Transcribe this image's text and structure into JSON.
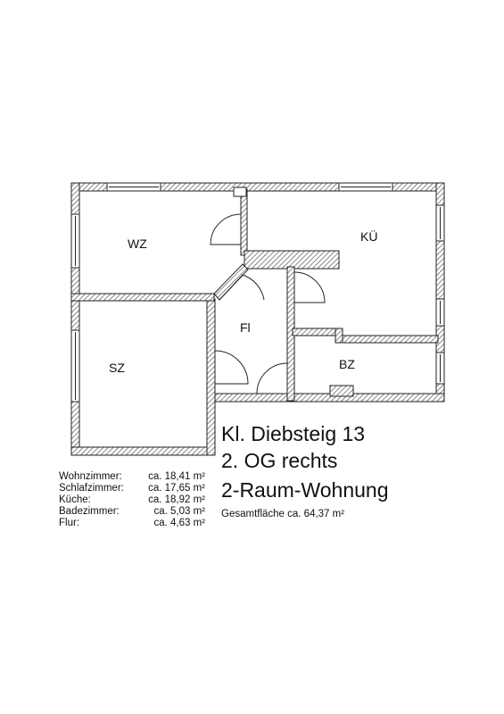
{
  "rooms": {
    "wz": "WZ",
    "ku": "KÜ",
    "fl": "Fl",
    "sz": "SZ",
    "bz": "BZ"
  },
  "address": {
    "line1": "Kl. Diebsteig 13",
    "line2": "2. OG rechts",
    "line3": "2-Raum-Wohnung"
  },
  "areas": [
    {
      "name": "Wohnzimmer:",
      "value": "ca. 18,41 m²"
    },
    {
      "name": "Schlafzimmer:",
      "value": "ca. 17,65 m²"
    },
    {
      "name": "Küche:",
      "value": "ca. 18,92 m²"
    },
    {
      "name": "Badezimmer:",
      "value": "ca. 5,03 m²"
    },
    {
      "name": "Flur:",
      "value": "ca. 4,63 m²"
    }
  ],
  "total": "Gesamtfläche ca. 64,37 m²",
  "colors": {
    "wall_hatch": "#555555",
    "wall_edge": "#222222",
    "background": "#ffffff"
  }
}
